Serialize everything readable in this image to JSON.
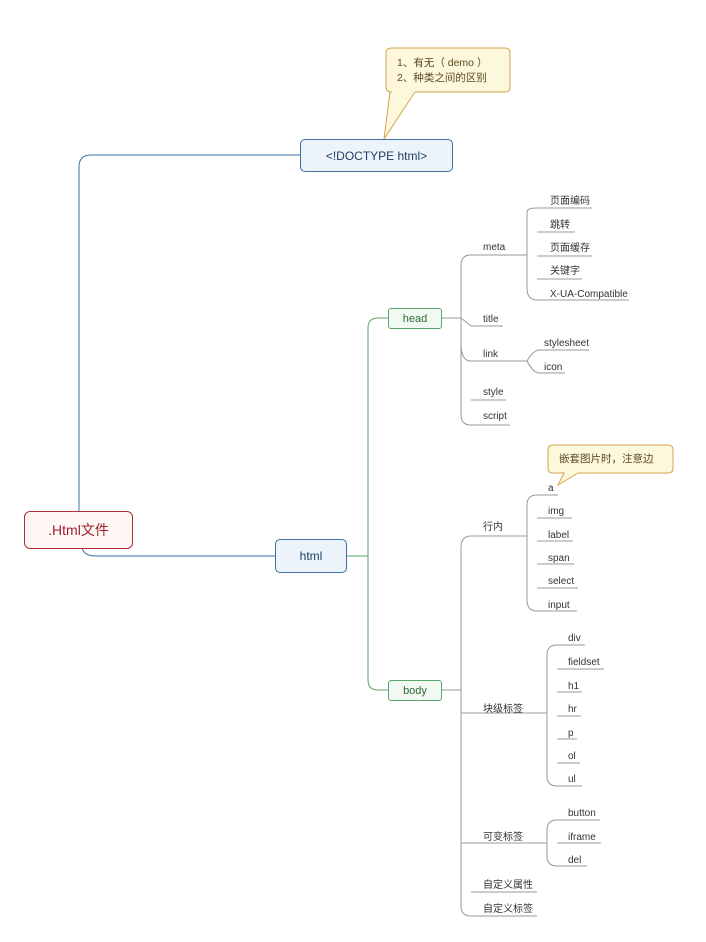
{
  "root": ".Html文件",
  "doctype": {
    "label": "<!DOCTYPE html>",
    "note_lines": [
      "1、有无（ demo ）",
      "2、种类之间的区别"
    ]
  },
  "html": "html",
  "head": {
    "label": "head",
    "meta": {
      "label": "meta",
      "items": [
        "页面编码",
        "跳转",
        "页面缓存",
        "关键字",
        "X-UA-Compatible"
      ]
    },
    "title": "title",
    "link": {
      "label": "link",
      "items": [
        "stylesheet",
        "icon"
      ]
    },
    "style": "style",
    "script": "script"
  },
  "body": {
    "label": "body",
    "inline": {
      "label": "行内",
      "items": [
        "a",
        "img",
        "label",
        "span",
        "select",
        "input"
      ],
      "note": "嵌套图片时，注意边"
    },
    "block": {
      "label": "块级标签",
      "items": [
        "div",
        "fieldset",
        "h1",
        "hr",
        "p",
        "ol",
        "ul"
      ]
    },
    "variable": {
      "label": "可变标签",
      "items": [
        "button",
        "iframe",
        "del"
      ]
    },
    "custom_attr": "自定义属性",
    "custom_tag": "自定义标签"
  }
}
